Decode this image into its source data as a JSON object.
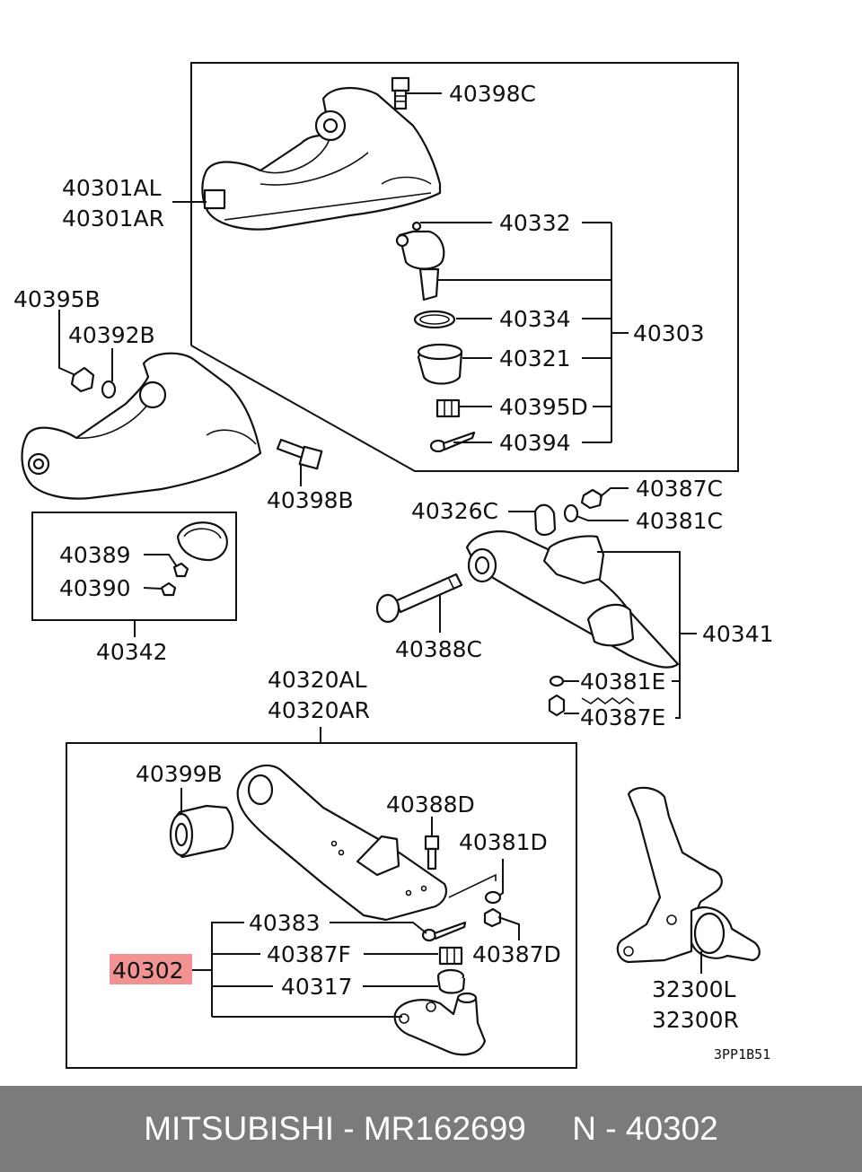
{
  "labels": {
    "l40398C": "40398C",
    "l40301AL": "40301AL",
    "l40301AR": "40301AR",
    "l40332": "40332",
    "l40395B": "40395B",
    "l40392B": "40392B",
    "l40334": "40334",
    "l40303": "40303",
    "l40321": "40321",
    "l40395D": "40395D",
    "l40394": "40394",
    "l40398B": "40398B",
    "l40387C": "40387C",
    "l40326C": "40326C",
    "l40381C": "40381C",
    "l40389": "40389",
    "l40390": "40390",
    "l40342": "40342",
    "l40388C": "40388C",
    "l40341": "40341",
    "l40381E": "40381E",
    "l40387E": "40387E",
    "l40320AL": "40320AL",
    "l40320AR": "40320AR",
    "l40399B": "40399B",
    "l40388D": "40388D",
    "l40381D": "40381D",
    "l40383": "40383",
    "l40387F": "40387F",
    "l40387D": "40387D",
    "l40302": "40302",
    "l40317": "40317",
    "l32300L": "32300L",
    "l32300R": "32300R",
    "code": "3PP1B51"
  },
  "highlight": {
    "part_number": "40302",
    "color": "#f08080"
  },
  "footer": {
    "text": "MITSUBISHI - MR162699     N - 40302",
    "background": "#7b7b7b",
    "color": "#ffffff"
  }
}
